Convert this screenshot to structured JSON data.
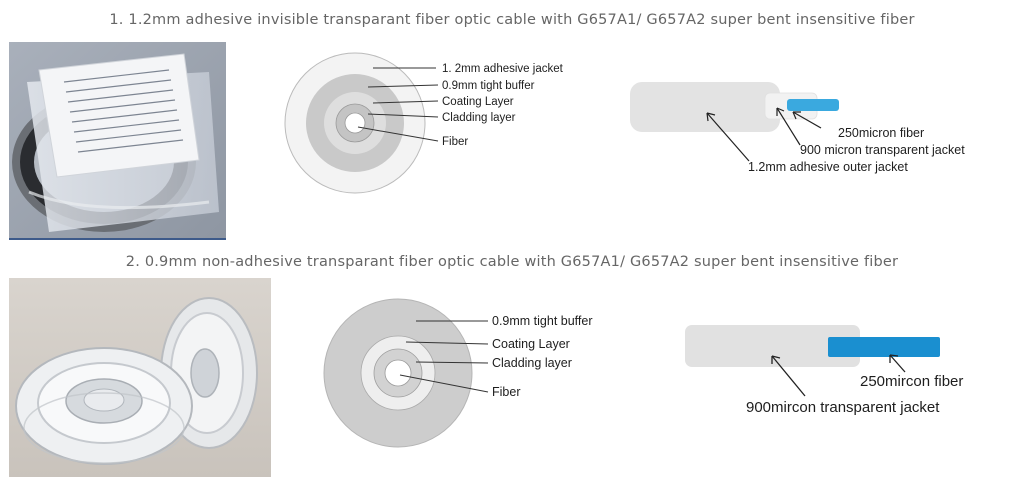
{
  "section1": {
    "title": "1. 1.2mm adhesive invisible transparant fiber optic cable with G657A1/ G657A2 super bent insensitive fiber",
    "photo": {
      "description_icon": "fiber-spool-packaged-photo"
    },
    "cross_section": {
      "labels": [
        "1. 2mm adhesive  jacket",
        "0.9mm tight buffer",
        "Coating Layer",
        "Cladding layer",
        "Fiber"
      ]
    },
    "side_view": {
      "labels": [
        "250micron fiber",
        "900 micron transparent jacket",
        "1.2mm adhesive outer jacket"
      ]
    }
  },
  "section2": {
    "title": "2. 0.9mm non-adhesive transparant fiber optic cable with G657A1/ G657A2 super bent insensitive fiber",
    "photo": {
      "description_icon": "fiber-spools-photo"
    },
    "cross_section": {
      "labels": [
        "0.9mm tight buffer",
        "Coating Layer",
        "Cladding layer",
        "Fiber"
      ]
    },
    "side_view": {
      "labels": [
        "250mircon fiber",
        "900mircon transparent jacket"
      ]
    }
  },
  "colors": {
    "outer_jacket": "#f1f1f1",
    "buffer": "#c9c9c9",
    "coating": "#dedede",
    "cladding": "#c4c4c4",
    "fiber_core": "#ffffff",
    "fiber_blue": "#3aa9df",
    "fiber_blue_dark": "#1a8fd0",
    "jacket_bar": "#e1e1e1",
    "title_text": "#666666"
  }
}
